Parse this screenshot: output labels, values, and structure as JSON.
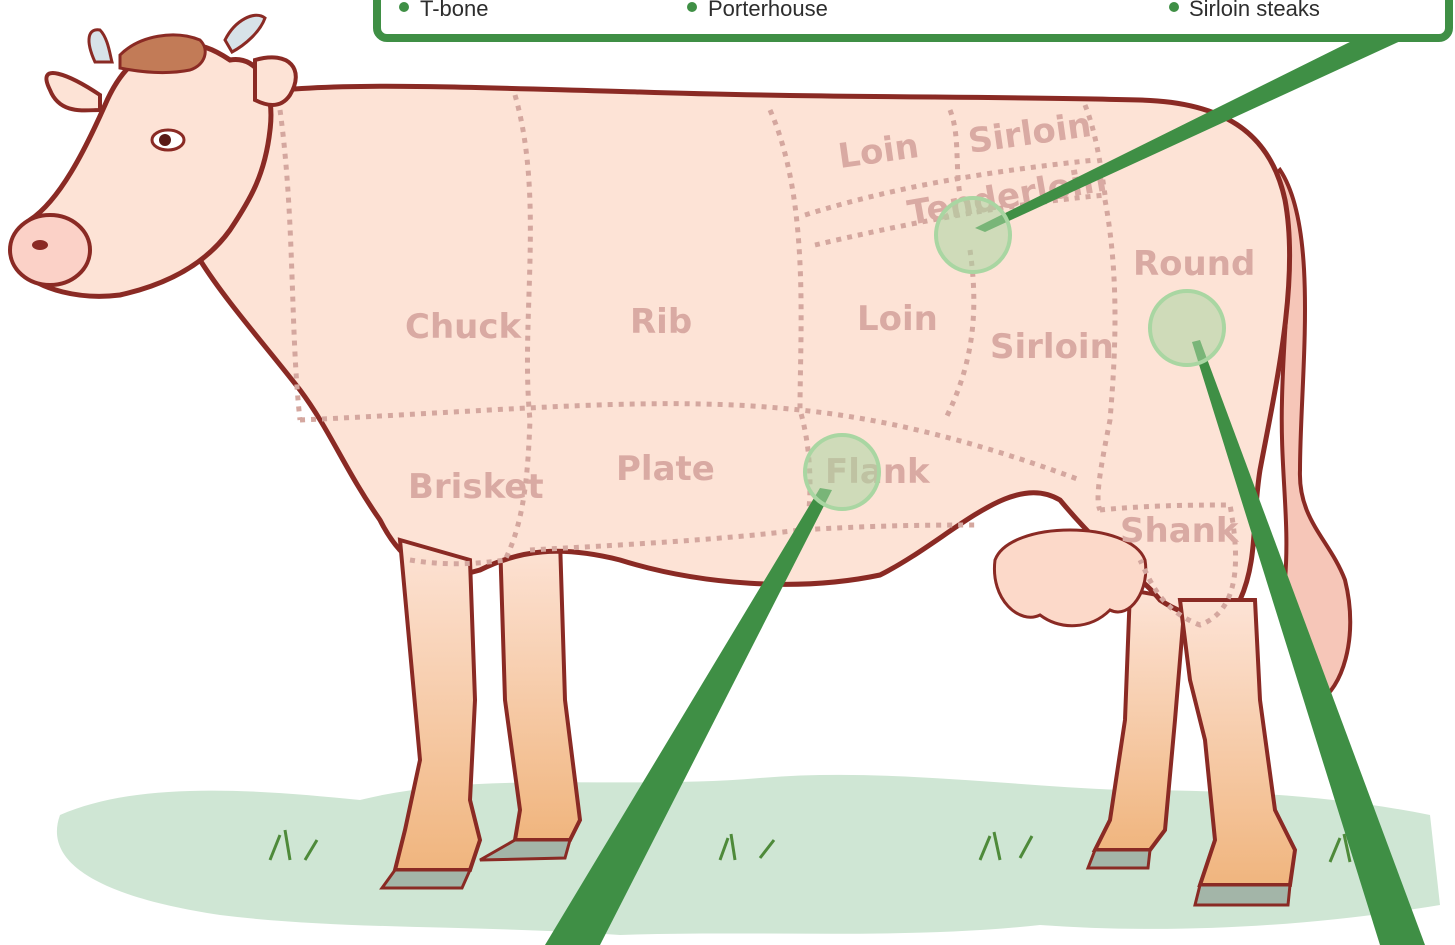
{
  "top_callout": {
    "items": [
      "T-bone",
      "Porterhouse",
      "Sirloin steaks"
    ]
  },
  "cuts": {
    "chuck": "Chuck",
    "rib": "Rib",
    "loin_upper": "Loin",
    "sirloin_upper": "Sirloin",
    "tenderloin": "Tenderloin",
    "loin": "Loin",
    "sirloin": "Sirloin",
    "round": "Round",
    "brisket": "Brisket",
    "plate": "Plate",
    "flank": "Flank",
    "shank": "Shank"
  },
  "colors": {
    "callout_green": "#3f8f45",
    "outline": "#8a2a24",
    "body_fill": "#fde3d6",
    "leg_fill": "#f5c79a",
    "grass": "#cfe6d4",
    "label": "#d9aaa3",
    "marker": "#a9d6a2"
  }
}
